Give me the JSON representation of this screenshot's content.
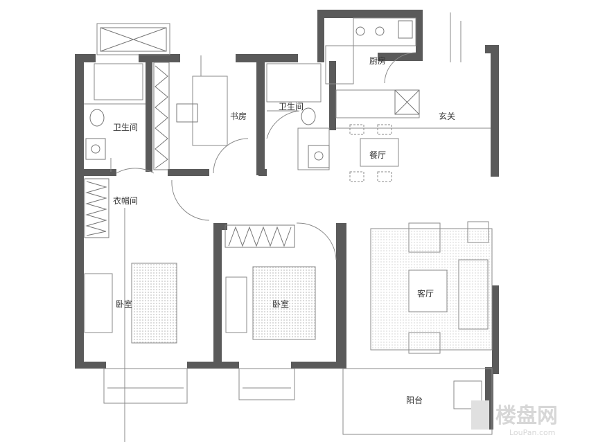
{
  "rooms": {
    "bathroom_left": "卫生间",
    "study": "书房",
    "bathroom_right": "卫生间",
    "kitchen": "厨房",
    "entrance": "玄关",
    "dining": "餐厅",
    "closet": "衣帽间",
    "bedroom_left": "卧室",
    "bedroom_right": "卧室",
    "living": "客厅",
    "balcony": "阳台"
  },
  "watermark": {
    "main": "楼盘网",
    "sub": "LouPan.com"
  },
  "colors": {
    "wall": "#5a5a5a",
    "line": "#8a8a8a",
    "fine": "#b0b0b0",
    "hatch": "#9a9a9a"
  }
}
